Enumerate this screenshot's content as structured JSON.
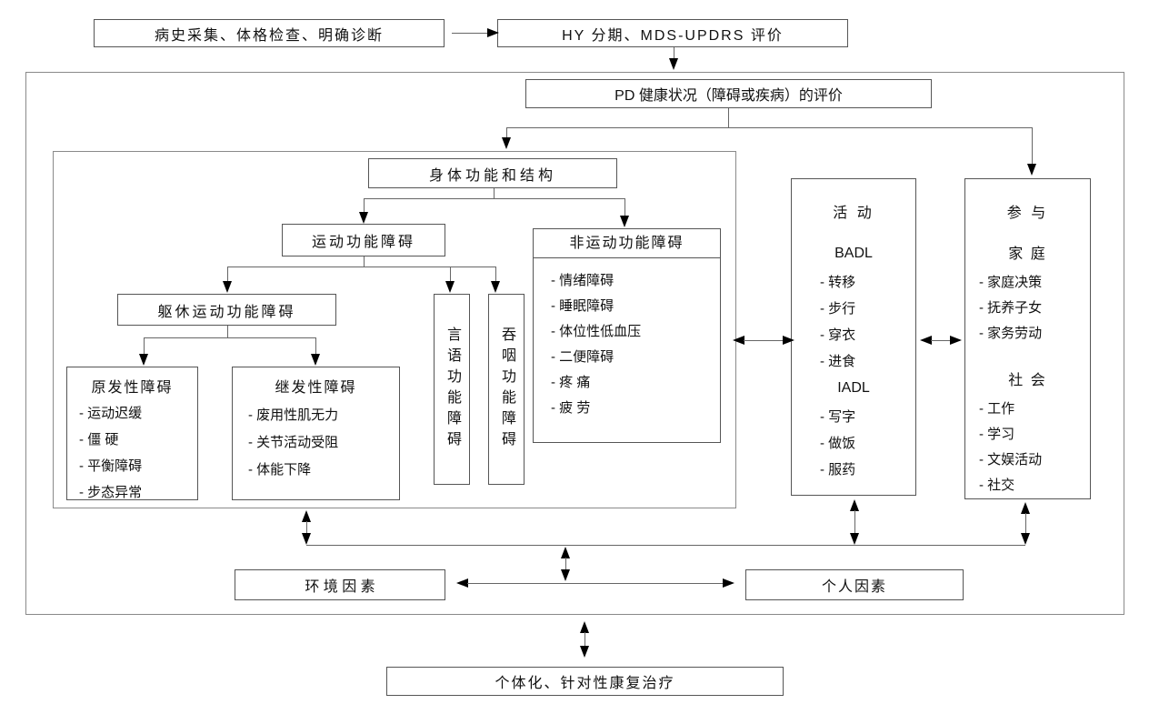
{
  "colors": {
    "line": "#666666",
    "arrow": "#000000",
    "border": "#555555",
    "background": "#ffffff",
    "text": "#111111"
  },
  "top": {
    "history_label": "病史采集、体格检查、明确诊断",
    "staging_label": "HY 分期、MDS-UPDRS 评价"
  },
  "assessment": {
    "label": "PD 健康状况（障碍或疾病）的评价"
  },
  "body_function": {
    "label": "身体功能和结构"
  },
  "motor": {
    "label": "运动功能障碍"
  },
  "trunk_motor": {
    "label": "躯休运动功能障碍"
  },
  "primary": {
    "title": "原发性障碍",
    "items": [
      "- 运动迟缓",
      "- 僵 硬",
      "- 平衡障碍",
      "- 步态异常"
    ]
  },
  "secondary": {
    "title": "继发性障碍",
    "items": [
      "- 废用性肌无力",
      "- 关节活动受阻",
      "- 体能下降"
    ]
  },
  "speech": {
    "label": "言语功能障碍"
  },
  "swallow": {
    "label": "吞咽功能障碍"
  },
  "nonmotor": {
    "title": "非运动功能障碍",
    "items": [
      "- 情绪障碍",
      "- 睡眠障碍",
      "- 体位性低血压",
      "- 二便障碍",
      "- 疼 痛",
      "- 疲 劳"
    ]
  },
  "activity": {
    "title": "活 动",
    "badl_title": "BADL",
    "badl_items": [
      "- 转移",
      "- 步行",
      "- 穿衣",
      "- 进食"
    ],
    "iadl_title": "IADL",
    "iadl_items": [
      "- 写字",
      "- 做饭",
      "- 服药"
    ]
  },
  "participation": {
    "title": "参 与",
    "family_title": "家 庭",
    "family_items": [
      "- 家庭决策",
      "- 抚养子女",
      "- 家务劳动"
    ],
    "social_title": "社 会",
    "social_items": [
      "- 工作",
      "- 学习",
      "- 文娱活动",
      "- 社交"
    ]
  },
  "environment": {
    "label": "环 境 因 素"
  },
  "personal": {
    "label": "个人因素"
  },
  "treatment": {
    "label": "个体化、针对性康复治疗"
  }
}
